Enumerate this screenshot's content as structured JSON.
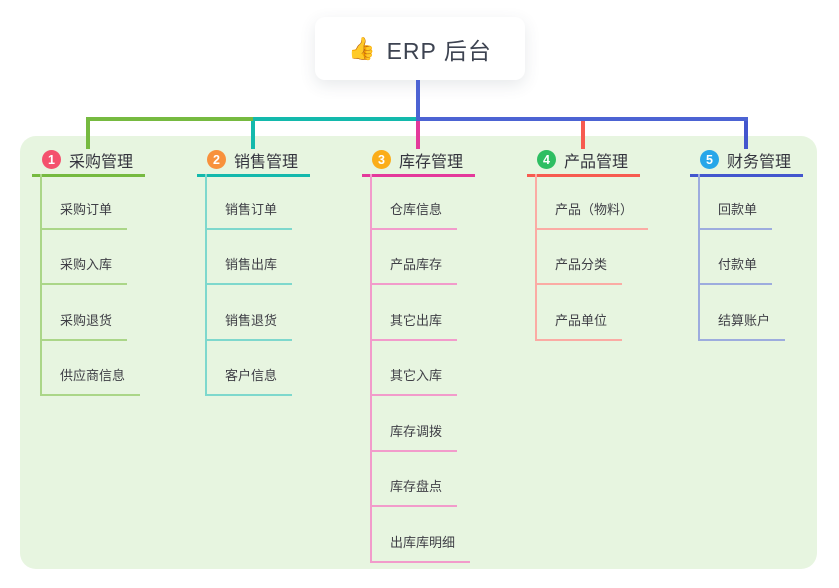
{
  "root": {
    "icon": "thumbs-up",
    "icon_glyph": "👍",
    "label": "ERP 后台"
  },
  "branches": [
    {
      "num": "1",
      "label": "采购管理",
      "badge_color": "#F4516D",
      "line_color": "#76BA40",
      "light_color": "#ABD688",
      "children": [
        "采购订单",
        "采购入库",
        "采购退货",
        "供应商信息"
      ]
    },
    {
      "num": "2",
      "label": "销售管理",
      "badge_color": "#F8913C",
      "line_color": "#13B9AC",
      "light_color": "#7ED8CD",
      "children": [
        "销售订单",
        "销售出库",
        "销售退货",
        "客户信息"
      ]
    },
    {
      "num": "3",
      "label": "库存管理",
      "badge_color": "#FBAD19",
      "line_color": "#E4399B",
      "light_color": "#F29BCB",
      "children": [
        "仓库信息",
        "产品库存",
        "其它出库",
        "其它入库",
        "库存调拨",
        "库存盘点",
        "出库库明细"
      ]
    },
    {
      "num": "4",
      "label": "产品管理",
      "badge_color": "#2EBE62",
      "line_color": "#F75B50",
      "light_color": "#FBABA4",
      "children": [
        "产品（物料）",
        "产品分类",
        "产品单位"
      ]
    },
    {
      "num": "5",
      "label": "财务管理",
      "badge_color": "#27A6E9",
      "line_color": "#4356CE",
      "light_color": "#9DACDE",
      "children": [
        "回款单",
        "付款单",
        "结算账户"
      ]
    }
  ],
  "colors": {
    "root_connector": "#4C63D3",
    "panel_bg": "#E7F5E0",
    "canvas_bg": "#FFFFFF",
    "title_text": "#34343E",
    "child_text": "#3F3F46"
  }
}
